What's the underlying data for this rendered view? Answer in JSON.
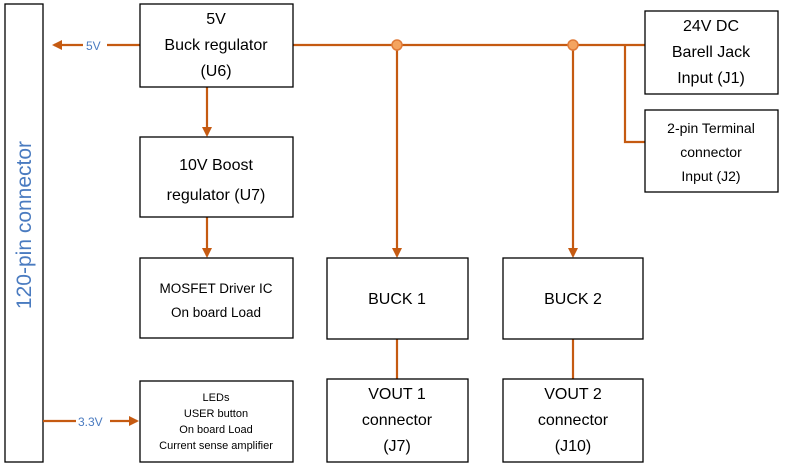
{
  "colors": {
    "wire": "#c55a11",
    "connector_label": "#4a7bc0",
    "junction": "#f4a460"
  },
  "connector": {
    "label": "120-pin connector"
  },
  "rails": {
    "v5": "5V",
    "v3_3": "3.3V"
  },
  "blocks": {
    "u6": {
      "lines": [
        "5V",
        "Buck regulator",
        "(U6)"
      ]
    },
    "u7": {
      "lines": [
        "10V Boost",
        "regulator (U7)"
      ]
    },
    "mosfet": {
      "lines": [
        "MOSFET Driver IC",
        "On board Load"
      ]
    },
    "leds": {
      "lines": [
        "LEDs",
        "USER button",
        "On board Load",
        "Current sense amplifier"
      ]
    },
    "buck1": {
      "lines": [
        "BUCK 1"
      ]
    },
    "buck2": {
      "lines": [
        "BUCK 2"
      ]
    },
    "vout1": {
      "lines": [
        "VOUT 1",
        "connector",
        "(J7)"
      ]
    },
    "vout2": {
      "lines": [
        "VOUT 2",
        "connector",
        "(J10)"
      ]
    },
    "j1": {
      "lines": [
        "24V DC",
        "Barell Jack",
        "Input (J1)"
      ]
    },
    "j2": {
      "lines": [
        "2-pin Terminal",
        "connector",
        "Input (J2)"
      ]
    }
  }
}
